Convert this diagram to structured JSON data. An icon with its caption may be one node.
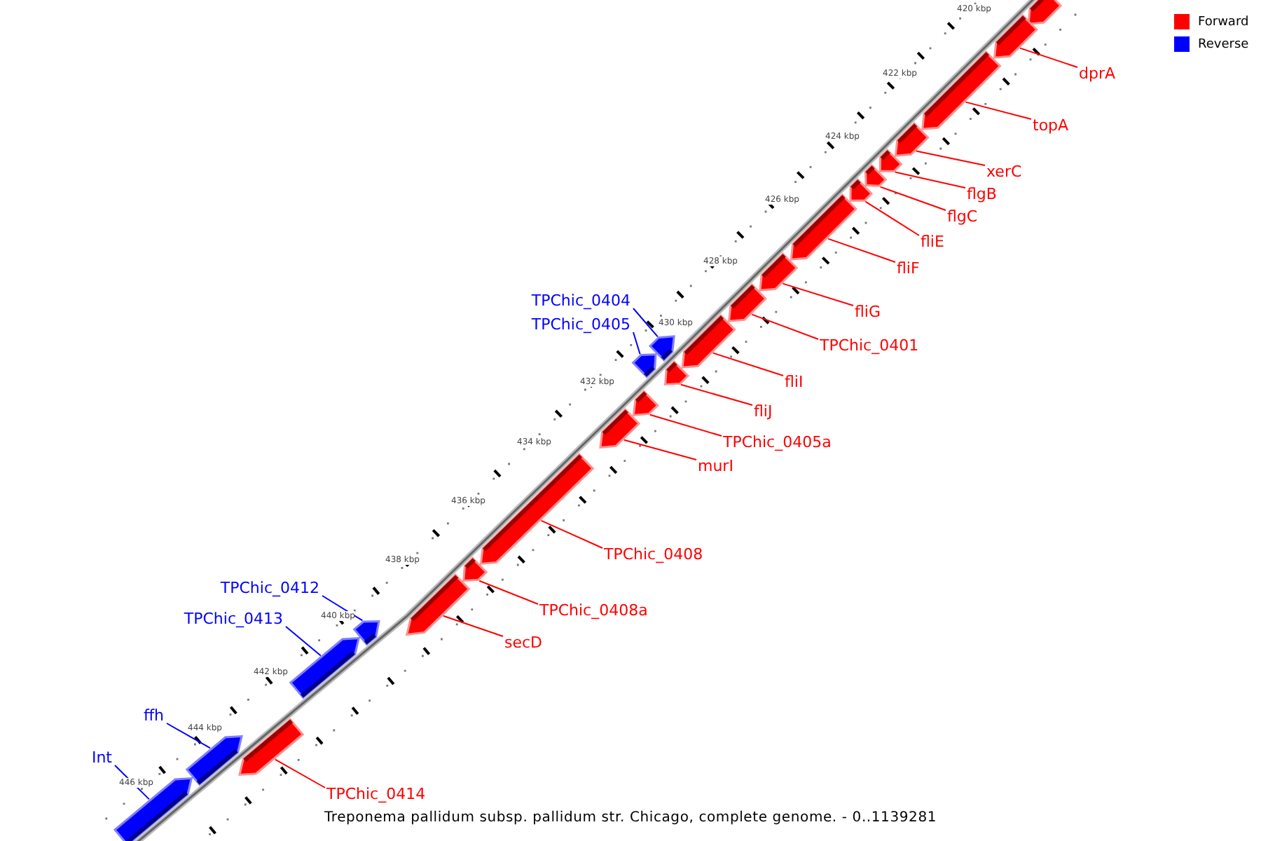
{
  "diagram": {
    "caption": "Treponema pallidum subsp. pallidum str. Chicago, complete genome. - 0..1139281",
    "nodes": [
      {
        "text": [],
        "shape": "bar"
      },
      {
        "text": [
          "dprA"
        ]
      },
      {
        "text": [],
        "shape": "bar"
      },
      {
        "text": [
          "topA"
        ]
      },
      {
        "text": [],
        "shape": "bar"
      },
      {
        "text": [
          "xerC"
        ]
      },
      {
        "text": [],
        "shape": "bar"
      },
      {
        "text": [
          "flgB"
        ]
      },
      {
        "text": [],
        "shape": "bar"
      },
      {
        "text": [
          "flgC"
        ]
      },
      {
        "text": [],
        "shape": "bar"
      },
      {
        "text": [
          "fliE"
        ]
      },
      {
        "text": [],
        "shape": "bar"
      },
      {
        "text": [
          "fliF"
        ]
      },
      {
        "text": [],
        "shape": "bar"
      },
      {
        "text": [
          "fliG"
        ]
      },
      {
        "text": [],
        "shape": "bar"
      },
      {
        "text": [
          "TPChic_0401"
        ]
      },
      {
        "text": [],
        "shape": "bar"
      },
      {
        "text": [
          "TPChic_0404"
        ]
      },
      {
        "text": [],
        "shape": "bar"
      },
      {
        "text": [
          "TPChic_0405"
        ]
      },
      {
        "text": [],
        "shape": "bar"
      },
      {
        "text": [
          "fliI"
        ]
      },
      {
        "text": [],
        "shape": "bar"
      },
      {
        "text": [
          "fliJ"
        ]
      },
      {
        "text": [],
        "shape": "bar"
      },
      {
        "text": [
          "TPChic_0405a"
        ]
      },
      {
        "text": [],
        "shape": "bar"
      },
      {
        "text": [
          "murI"
        ]
      },
      {
        "text": [],
        "shape": "bar"
      },
      {
        "text": [
          "TPChic_0408"
        ]
      },
      {
        "text": [],
        "shape": "bar"
      },
      {
        "text": [
          "TPChic_0408a"
        ]
      },
      {
        "text": [],
        "shape": "bar"
      },
      {
        "text": [
          "TPChic_0412"
        ]
      },
      {
        "text": [],
        "shape": "bar"
      },
      {
        "text": [
          "secD"
        ]
      },
      {
        "text": [],
        "shape": "bar"
      },
      {
        "text": [
          "TPChic_0413"
        ]
      },
      {
        "text": [],
        "shape": "bar"
      },
      {
        "text": [
          "TPChic_0414"
        ]
      },
      {
        "text": [],
        "shape": "bar"
      },
      {
        "text": [
          "ffh"
        ]
      },
      {
        "text": [],
        "shape": "bar"
      },
      {
        "text": [
          "Int"
        ]
      },
      {
        "text": [],
        "shape": "bar"
      }
    ],
    "edges": [
      {
        "from": 1,
        "to": 2,
        "arrow": "none"
      },
      {
        "from": 3,
        "to": 4,
        "arrow": "none"
      },
      {
        "from": 5,
        "to": 6,
        "arrow": "none"
      },
      {
        "from": 7,
        "to": 8,
        "arrow": "none"
      },
      {
        "from": 9,
        "to": 10,
        "arrow": "none"
      },
      {
        "from": 11,
        "to": 12,
        "arrow": "none"
      },
      {
        "from": 13,
        "to": 14,
        "arrow": "none"
      },
      {
        "from": 15,
        "to": 16,
        "arrow": "none"
      },
      {
        "from": 17,
        "to": 18,
        "arrow": "none"
      },
      {
        "from": 19,
        "to": 20,
        "arrow": "none",
        "color": "#0000ff"
      },
      {
        "from": 21,
        "to": 22,
        "arrow": "none",
        "color": "#0000ff"
      },
      {
        "from": 23,
        "to": 24,
        "arrow": "none"
      },
      {
        "from": 25,
        "to": 26,
        "arrow": "none"
      },
      {
        "from": 27,
        "to": 28,
        "arrow": "none"
      },
      {
        "from": 29,
        "to": 30,
        "arrow": "none"
      },
      {
        "from": 31,
        "to": 32,
        "arrow": "none"
      },
      {
        "from": 33,
        "to": 34,
        "arrow": "none"
      },
      {
        "from": 35,
        "to": 36,
        "arrow": "none",
        "color": "#0000ff"
      },
      {
        "from": 37,
        "to": 38,
        "arrow": "none"
      },
      {
        "from": 39,
        "to": 40,
        "arrow": "none",
        "color": "#0000ff"
      },
      {
        "from": 41,
        "to": 42,
        "arrow": "none"
      },
      {
        "from": 43,
        "to": 44,
        "arrow": "none",
        "color": "#0000ff"
      },
      {
        "from": 45,
        "to": 46,
        "arrow": "none",
        "color": "#0000ff"
      }
    ],
    "labels": [
      "420 kbp",
      "422 kbp",
      "424 kbp",
      "426 kbp",
      "428 kbp",
      "430 kbp",
      "432 kbp",
      "434 kbp",
      "436 kbp",
      "438 kbp",
      "440 kbp",
      "442 kbp",
      "444 kbp",
      "446 kbp"
    ],
    "legend": [
      {
        "text": "Forward",
        "color": "#ff0000"
      },
      {
        "text": "Reverse",
        "color": "#0000ff"
      }
    ]
  }
}
